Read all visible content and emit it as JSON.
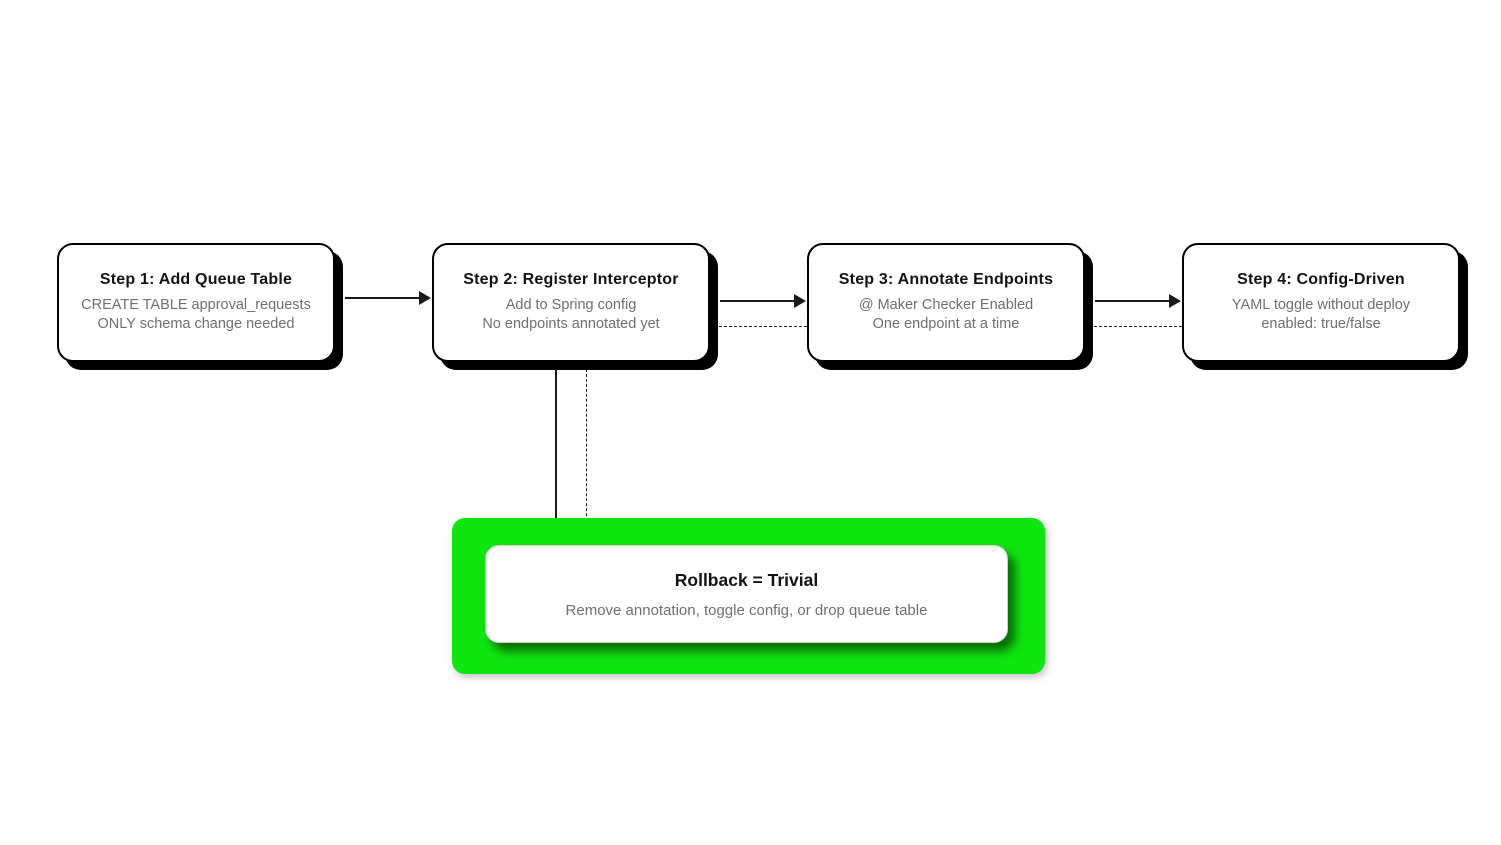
{
  "steps": [
    {
      "title": "Step 1: Add Queue Table",
      "line1": "CREATE TABLE approval_requests",
      "line2": "ONLY schema change needed"
    },
    {
      "title": "Step 2: Register Interceptor",
      "line1": "Add to Spring config",
      "line2": "No endpoints annotated yet"
    },
    {
      "title": "Step 3: Annotate Endpoints",
      "line1": "@ Maker Checker Enabled",
      "line2": "One endpoint at a time"
    },
    {
      "title": "Step 4: Config-Driven",
      "line1": "YAML toggle without deploy",
      "line2": "enabled: true/false"
    }
  ],
  "rollback": {
    "title": "Rollback = Trivial",
    "subtitle": "Remove annotation, toggle config, or drop queue table"
  },
  "colors": {
    "highlight_green": "#0FE60F",
    "box_border": "#000000",
    "line_black": "#1A1A1A",
    "title_text": "#131313",
    "muted_text": "#6F6F6F",
    "background": "#FFFFFF"
  }
}
